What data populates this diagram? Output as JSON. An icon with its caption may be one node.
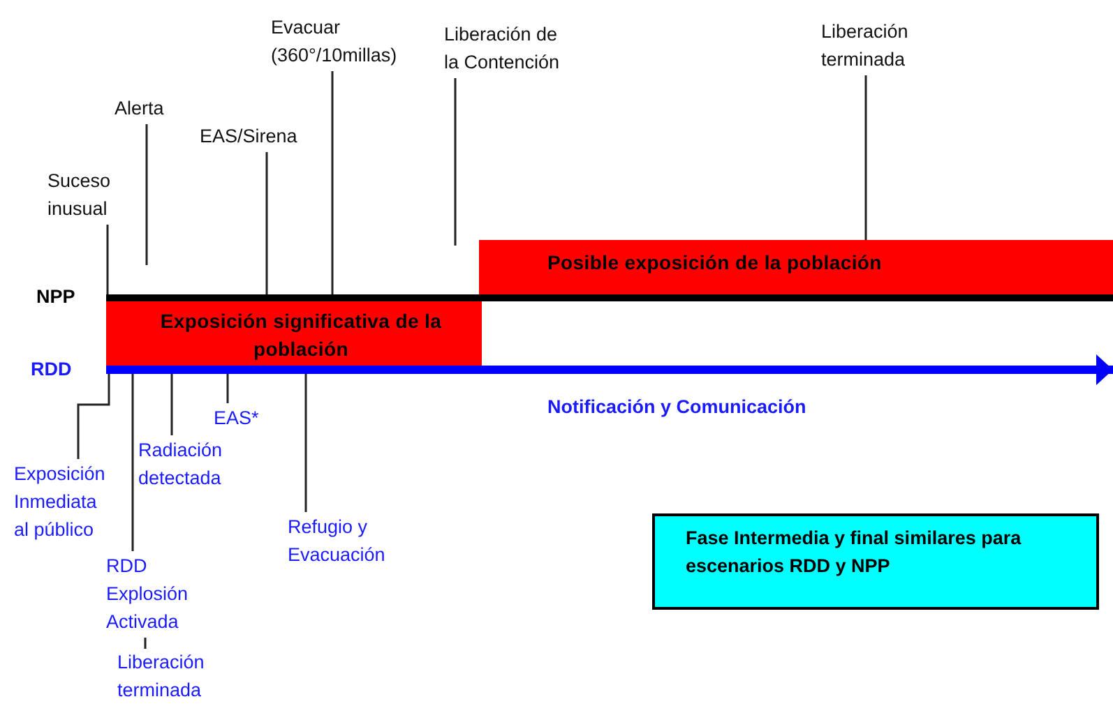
{
  "diagram": {
    "nodes": [
      {
        "text": [
          "Suceso inusual"
        ]
      },
      {
        "text": [
          "Alerta"
        ]
      },
      {
        "text": [
          "EAS/Sirena"
        ]
      },
      {
        "text": [
          "Evacuar (360°/10millas)"
        ]
      },
      {
        "text": [
          "Liberación de la Contención"
        ]
      },
      {
        "text": [
          "Liberación terminada"
        ]
      },
      {
        "text": [
          "Posible exposición de la población"
        ]
      },
      {
        "text": [
          "Exposición significativa de la población"
        ]
      },
      {
        "text": [
          "Exposición Inmediata al público"
        ]
      },
      {
        "text": [
          "Radiación detectada"
        ]
      },
      {
        "text": [
          "EAS*"
        ]
      },
      {
        "text": [
          "Refugio y Evacuación"
        ]
      },
      {
        "text": [
          "RDD Explosión Activada"
        ]
      },
      {
        "text": [
          "Liberación terminada"
        ]
      },
      {
        "text": [
          "Fase Intermedia y final similares para escenarios RDD y NPP"
        ]
      },
      {
        "text": [],
        "shape": "bar"
      },
      {
        "text": [],
        "shape": "bar"
      }
    ],
    "edges": [
      {
        "from": 0,
        "to": 15,
        "arrow": "none"
      },
      {
        "from": 1,
        "to": null,
        "arrow": "none"
      },
      {
        "from": 2,
        "to": 15,
        "arrow": "none"
      },
      {
        "from": 3,
        "to": 15,
        "arrow": "none"
      },
      {
        "from": 4,
        "to": null,
        "arrow": "none"
      },
      {
        "from": 5,
        "to": 6,
        "arrow": "none"
      },
      {
        "from": 8,
        "to": 16,
        "arrow": "none"
      },
      {
        "from": 12,
        "to": 16,
        "arrow": "none"
      },
      {
        "from": 9,
        "to": 16,
        "arrow": "none"
      },
      {
        "from": 10,
        "to": 16,
        "arrow": "none"
      },
      {
        "from": 11,
        "to": 16,
        "arrow": "none"
      },
      {
        "from": 12,
        "to": 13,
        "arrow": "none"
      },
      {
        "from": 16,
        "to": null,
        "arrow": "to",
        "style": "thick",
        "color": "#0000ff"
      }
    ],
    "labels": [
      "NPP",
      "RDD",
      "Notificación y Comunicación"
    ]
  }
}
